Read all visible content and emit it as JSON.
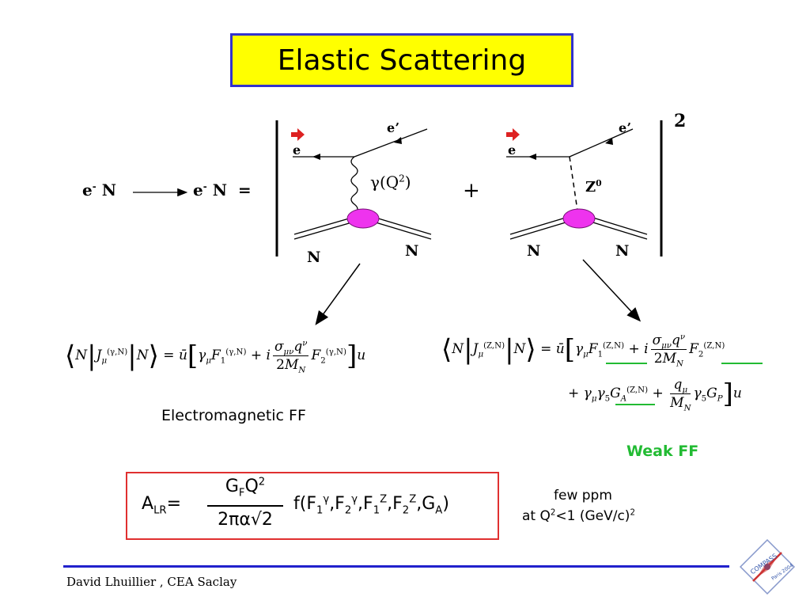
{
  "title": "Elastic Scattering",
  "reaction": {
    "lhs_e": "e",
    "lhs_e_sup": "-",
    "lhs_n": "N",
    "rhs_e": "e",
    "rhs_e_sup": "-",
    "rhs_n": "N",
    "equals": "=",
    "plus": "+",
    "power": "2"
  },
  "diagram_em": {
    "e_in": "e",
    "e_out": "eʼ",
    "boson": "γ(Q",
    "boson_sup": "2",
    "boson_close": ")",
    "n_in": "N",
    "n_out": "N"
  },
  "diagram_weak": {
    "e_in": "e",
    "e_out": "eʼ",
    "boson": "Z",
    "boson_sup": "0",
    "n_in": "N",
    "n_out": "N"
  },
  "labels": {
    "em_ff": "Electromagnetic FF",
    "weak_ff": "Weak FF",
    "few_ppm": "few ppm",
    "at_q2_pre": "at Q",
    "at_q2_sup": "2",
    "at_q2_mid": "<1 (GeV/c)",
    "at_q2_sup2": "2"
  },
  "alr": {
    "lhs": "A",
    "lhs_sub": "LR",
    "eq": "=",
    "num": "G",
    "num_sub": "F",
    "num_q": "Q",
    "num_sup": "2",
    "den": "2πα√2",
    "func": "f(F"
  },
  "footer": "David Lhuillier , CEA Saclay",
  "logo": {
    "text1": "COMPASS",
    "text2": "Paris 2004"
  },
  "colors": {
    "title_bg": "#ffff00",
    "title_border": "#3333cc",
    "weak_ff": "#22bb33",
    "alr_border": "#e03030",
    "footer_line": "#2222cc",
    "vertex": "#ee33ee",
    "arrow_red": "#dd2222"
  }
}
